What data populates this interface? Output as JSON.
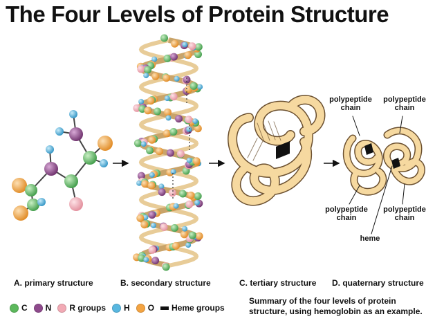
{
  "title": "The Four Levels of Protein Structure",
  "captions": {
    "primary": "A. primary structure",
    "secondary": "B. secondary structure",
    "tertiary": "C. tertiary structure",
    "quaternary": "D. quaternary structure"
  },
  "quaternary_labels": {
    "top_left": [
      "polypeptide",
      "chain"
    ],
    "top_right": [
      "polypeptide",
      "chain"
    ],
    "bottom_left": [
      "polypeptide",
      "chain"
    ],
    "bottom_right": [
      "polypeptide",
      "chain"
    ],
    "heme": "heme"
  },
  "legend": [
    {
      "symbol": "C",
      "color": "#5cb85c",
      "kind": "dot"
    },
    {
      "symbol": "N",
      "color": "#8e4a8c",
      "kind": "dot"
    },
    {
      "symbol": "R groups",
      "color": "#f2aab5",
      "kind": "dot"
    },
    {
      "symbol": "H",
      "color": "#58b7e0",
      "kind": "dot"
    },
    {
      "symbol": "O",
      "color": "#f4a442",
      "kind": "dot"
    },
    {
      "symbol": "Heme groups",
      "color": "#111111",
      "kind": "bar"
    }
  ],
  "summary": [
    "Summary of the four levels of protein",
    "structure, using hemoglobin as an example."
  ],
  "colors": {
    "carbon": "#5cb85c",
    "nitrogen": "#8e4a8c",
    "r_group": "#f2aab5",
    "hydrogen": "#58b7e0",
    "oxygen": "#f4a442",
    "ribbon": "#f6d9a0",
    "ribbon_edge": "#6b5030"
  }
}
